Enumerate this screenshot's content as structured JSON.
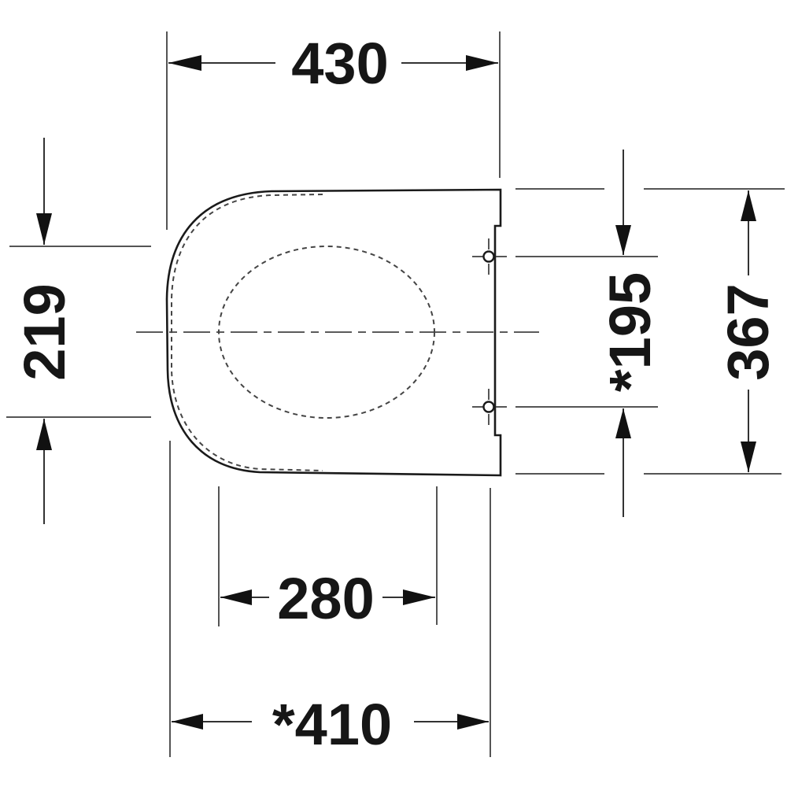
{
  "drawing": {
    "title": "Toilet seat dimension drawing (top view)",
    "units": "mm",
    "colors": {
      "line": "#1a1a1a",
      "background": "#ffffff"
    },
    "dimensions": {
      "overall_length": {
        "label": "430",
        "orientation": "horizontal",
        "position": "top"
      },
      "rear_width": {
        "label": "219",
        "orientation": "vertical",
        "position": "left"
      },
      "hinge_spacing": {
        "label": "*195",
        "orientation": "vertical",
        "position": "right-inner"
      },
      "overall_width": {
        "label": "367",
        "orientation": "vertical",
        "position": "right-outer"
      },
      "opening_length": {
        "label": "280",
        "orientation": "horizontal",
        "position": "bottom-inner"
      },
      "hinge_to_front": {
        "label": "*410",
        "orientation": "horizontal",
        "position": "bottom-outer"
      }
    },
    "features": [
      "seat-outline",
      "seat-opening-hidden",
      "centerline",
      "hinge-hole-top",
      "hinge-hole-bottom"
    ]
  }
}
